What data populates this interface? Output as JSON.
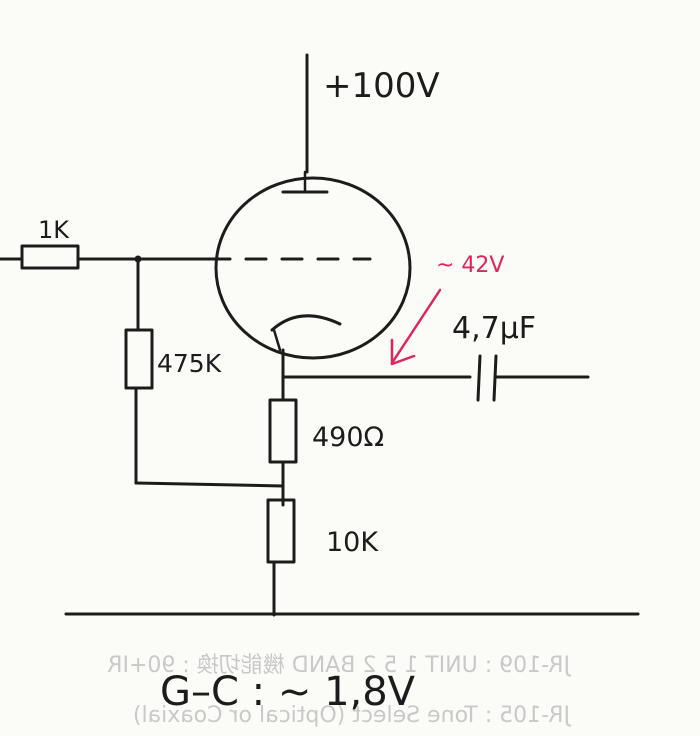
{
  "labels": {
    "supply": "+100V",
    "r_grid": "1K",
    "r_bias": "475K",
    "cap": "4,7μF",
    "annotation": "~ 42V",
    "r_cathode": "490Ω",
    "r_load": "10K",
    "footer": "G–C : ~ 1,8V"
  },
  "show_through": {
    "line1": "JR-109 : UNIT 1 5 2 BAND 機能切換 : 90+IR",
    "line2": "JR-105 : Tone Select (Optical or Coaxial)"
  },
  "colors": {
    "ink": "#1c1c1c",
    "annotation": "#e0245e",
    "paper": "#fbfbf8",
    "show_through": "#c9c9c9"
  }
}
